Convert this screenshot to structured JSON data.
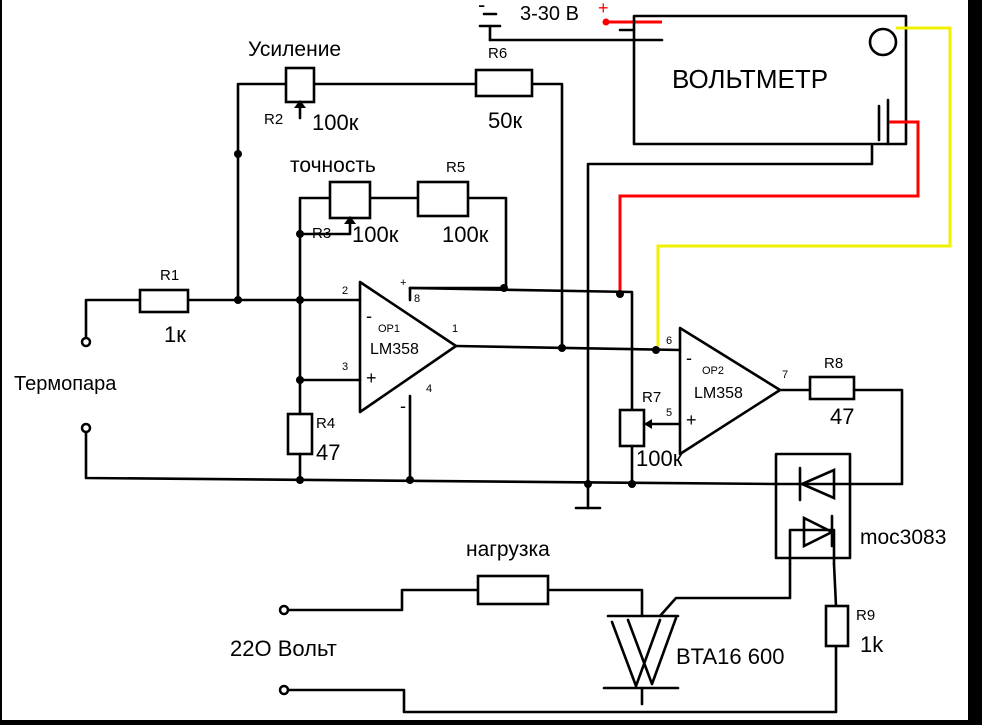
{
  "supply": {
    "minus": "-",
    "plus": "+",
    "range": "3-30 В"
  },
  "voltmeter": {
    "label": "ВОЛЬТМЕТР"
  },
  "controls": {
    "gain": "Усиление",
    "accuracy": "точность"
  },
  "resistors": {
    "r1": {
      "name": "R1",
      "value": "1к"
    },
    "r2": {
      "name": "R2",
      "value": "100к"
    },
    "r3": {
      "name": "R3",
      "value": "100к"
    },
    "r4": {
      "name": "R4",
      "value": "47"
    },
    "r5": {
      "name": "R5",
      "value": "100к"
    },
    "r6": {
      "name": "R6",
      "value": "50к"
    },
    "r7": {
      "name": "R7",
      "value": "100к"
    },
    "r8": {
      "name": "R8",
      "value": "47"
    },
    "r9": {
      "name": "R9",
      "value": "1k"
    }
  },
  "opamps": {
    "op1": {
      "id": "OP1",
      "model": "LM358",
      "minus": "-",
      "plus": "+",
      "pin1": "1",
      "pin2": "2",
      "pin3": "3",
      "pin4": "4",
      "pin8": "8",
      "vplus": "+",
      "vminus": "-"
    },
    "op2": {
      "id": "OP2",
      "model": "LM358",
      "minus": "-",
      "plus": "+",
      "pin5": "5",
      "pin6": "6",
      "pin7": "7"
    }
  },
  "thermocouple": {
    "label": "Термопара"
  },
  "optocoupler": {
    "label": "moc3083"
  },
  "load": {
    "label": "нагрузка"
  },
  "mains": {
    "label": "22O Вольт"
  },
  "triac": {
    "label": "BTA16 600"
  },
  "colors": {
    "background": "#000000",
    "paper": "#ffffff",
    "ink": "#000000",
    "red_wire": "#ff0000",
    "yellow_wire": "#f0f000"
  }
}
